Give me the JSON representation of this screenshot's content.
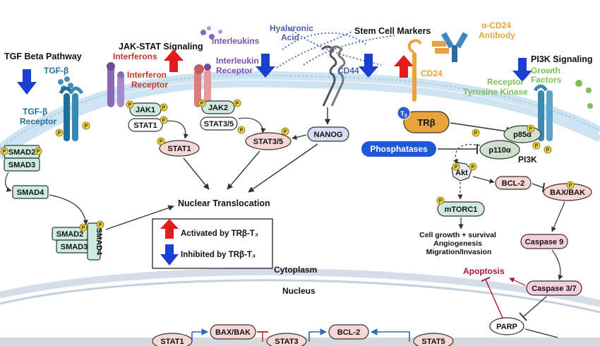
{
  "colors": {
    "activated": "#e21b1b",
    "inhibited": "#1b3fcf",
    "tgf": "#1f6f9c",
    "interferon": "#c0392b",
    "interleukin": "#7a4fb0",
    "cd24": "#e8a33b",
    "growth": "#7cbf5a",
    "jak": "#cfe9df",
    "stat": "#f7d6d6",
    "nanog": "#d9dcf2",
    "smad": "#cdeede",
    "trb": "#e8a33b",
    "phosphatases": "#1c58d8",
    "pi3k": "#cfe0cf",
    "apoptosis": "#a8123e",
    "caspase": "#f5cfe0",
    "membrane": "#bcd9ef",
    "nucleus_membrane": "#cfdbe8"
  },
  "pathways": {
    "tgf": "TGF Beta Pathway",
    "jak_stat": "JAK-STAT Signaling",
    "stem_cell": "Stem Cell Markers",
    "pi3k": "PI3K Signaling"
  },
  "ligands": {
    "tgfb": "TGF-β",
    "interferons": "Interferons",
    "interleukins": "Interleukins",
    "hyaluronic_acid": "Hyaluronic\nAcid",
    "anti_cd24": "α-CD24\nAntibody",
    "growth_factors": "Growth\nFactors"
  },
  "receptors": {
    "tgfb_receptor": "TGF-β\nReceptor",
    "interferon_receptor": "Interferon\nReceptor",
    "interleukin_receptor": "Interleukin\nReceptor",
    "cd44": "CD44",
    "cd24": "CD24",
    "rtk": "Receptor\nTyrosine Kinase"
  },
  "nodes": {
    "jak1": "JAK1",
    "stat1_a": "STAT1",
    "stat1_b": "STAT1",
    "jak2": "JAK2",
    "stat35_a": "STAT3/5",
    "stat35_b": "STAT3/5",
    "nanog": "NANOG",
    "smad2": "SMAD2",
    "smad3": "SMAD3",
    "smad4": "SMAD4",
    "smad2_b": "SMAD2",
    "smad3_b": "SMAD3",
    "smad4_b": "SMAD4",
    "trb": "TRβ",
    "t3": "T3",
    "phosphatases": "Phosphatases",
    "p85a": "p85α",
    "p110a": "p110α",
    "pi3k": "PI3K",
    "akt": "Akt",
    "bcl2": "BCL-2",
    "baxbak": "BAX/BAK",
    "mtorc1": "mTORC1",
    "caspase9": "Caspase 9",
    "caspase37": "Caspase 3/7",
    "apoptosis": "Apoptosis",
    "parp": "PARP",
    "phospho": "P"
  },
  "texts": {
    "nuclear_translocation": "Nuclear Translocation",
    "outcomes": "Cell growth + survival\nAngiogenesis\nMigration/Invasion",
    "cytoplasm": "Cytoplasm",
    "nucleus": "Nucleus"
  },
  "legend": {
    "activated": "Activated by TRβ-T₃",
    "inhibited": "Inhibited by TRβ-T₃"
  },
  "nucleus_genes": {
    "stat1": "STAT1",
    "baxbak": "BAX/BAK",
    "stat3": "STAT3",
    "bcl2": "BCL-2",
    "stat5": "STAT5"
  }
}
